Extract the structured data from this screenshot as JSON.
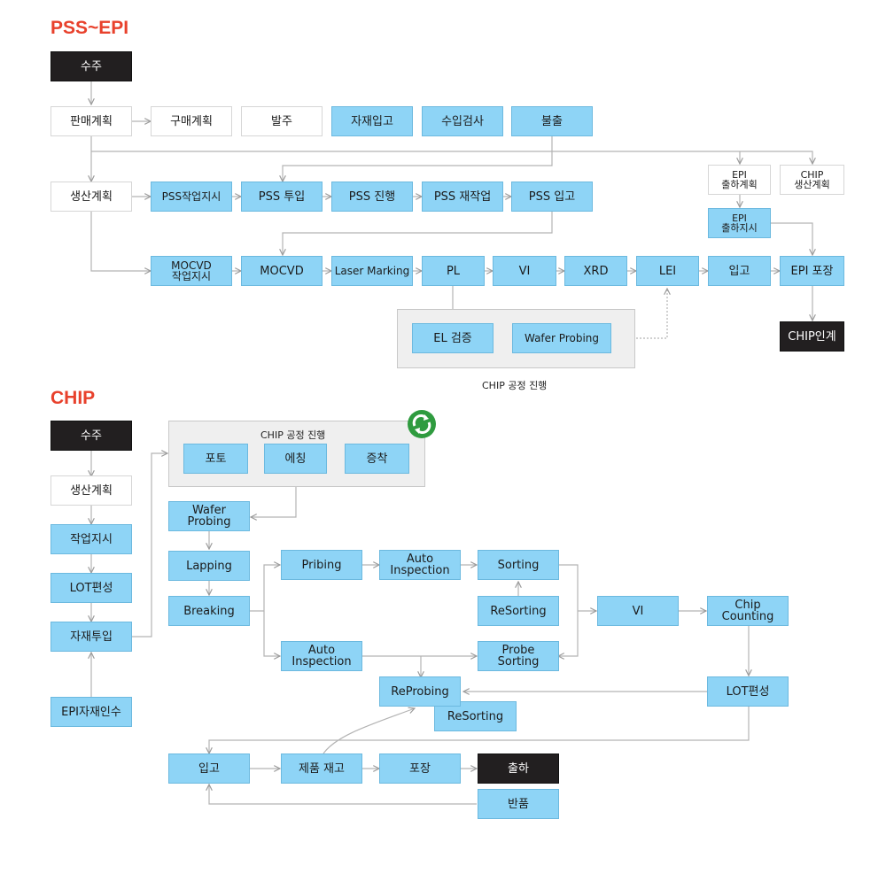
{
  "sections": {
    "pss_epi": "PSS~EPI",
    "chip": "CHIP"
  },
  "groups": {
    "chip_process_top": "CHIP 공정 진행",
    "chip_process_mid": "CHIP 공정 진행"
  },
  "colors": {
    "process_blue": "#8ed4f6",
    "title_red": "#e8412c",
    "terminal_black": "#221f20",
    "plan_white": "#ffffff"
  },
  "icons": {
    "cycle": "recycle-icon"
  },
  "nodes": {
    "p_order": "수주",
    "p_sales_plan": "판매계획",
    "p_purchase_plan": "구매계획",
    "p_po": "발주",
    "p_mat_in": "자재입고",
    "p_inspect": "수입검사",
    "p_issue": "불출",
    "p_prod_plan": "생산계획",
    "p_pss_order": "PSS작업지시",
    "p_pss_input": "PSS 투입",
    "p_pss_proc": "PSS 진행",
    "p_pss_rework": "PSS 재작업",
    "p_pss_in": "PSS 입고",
    "p_epi_ship_plan": "EPI\n출하계획",
    "p_chip_prod_plan": "CHIP\n생산계획",
    "p_epi_ship_order": "EPI\n출하지시",
    "p_mocvd_order": "MOCVD\n작업지시",
    "p_mocvd": "MOCVD",
    "p_laser": "Laser Marking",
    "p_pl": "PL",
    "p_vi": "VI",
    "p_xrd": "XRD",
    "p_lei": "LEI",
    "p_stock_in": "입고",
    "p_epi_pack": "EPI 포장",
    "p_el": "EL 검증",
    "p_wafer_probe": "Wafer Probing",
    "p_chip_handover": "CHIP인계",
    "c_order": "수주",
    "c_prod_plan": "생산계획",
    "c_work_order": "작업지시",
    "c_lot": "LOT편성",
    "c_mat_input": "자재투입",
    "c_epi_receive": "EPI자재인수",
    "c_photo": "포토",
    "c_etch": "에칭",
    "c_depo": "증착",
    "c_wafer_probing": "Wafer\nProbing",
    "c_lapping": "Lapping",
    "c_breaking": "Breaking",
    "c_pribing": "Pribing",
    "c_auto_insp1": "Auto\nInspection",
    "c_sorting": "Sorting",
    "c_resorting1": "ReSorting",
    "c_vi": "VI",
    "c_chip_count": "Chip\nCounting",
    "c_auto_insp2": "Auto\nInspection",
    "c_probe_sorting": "Probe\nSorting",
    "c_reprobing": "ReProbing",
    "c_resorting2": "ReSorting",
    "c_lot2": "LOT편성",
    "c_in": "입고",
    "c_stock": "제품 재고",
    "c_pack": "포장",
    "c_ship": "출하",
    "c_return": "반품"
  }
}
